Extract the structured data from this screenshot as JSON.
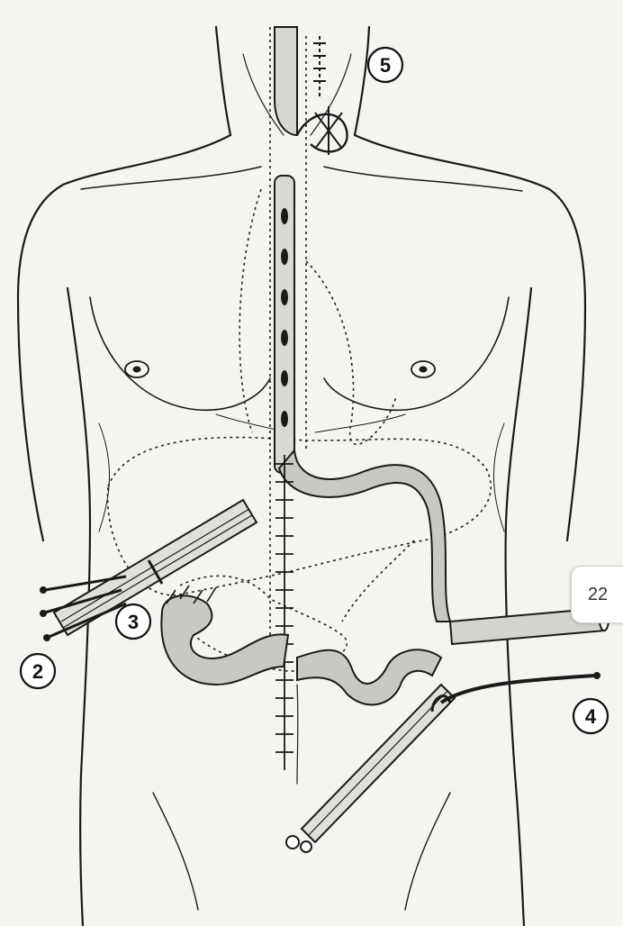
{
  "callouts": [
    "2",
    "3",
    "4",
    "5"
  ],
  "page_badge": "22"
}
